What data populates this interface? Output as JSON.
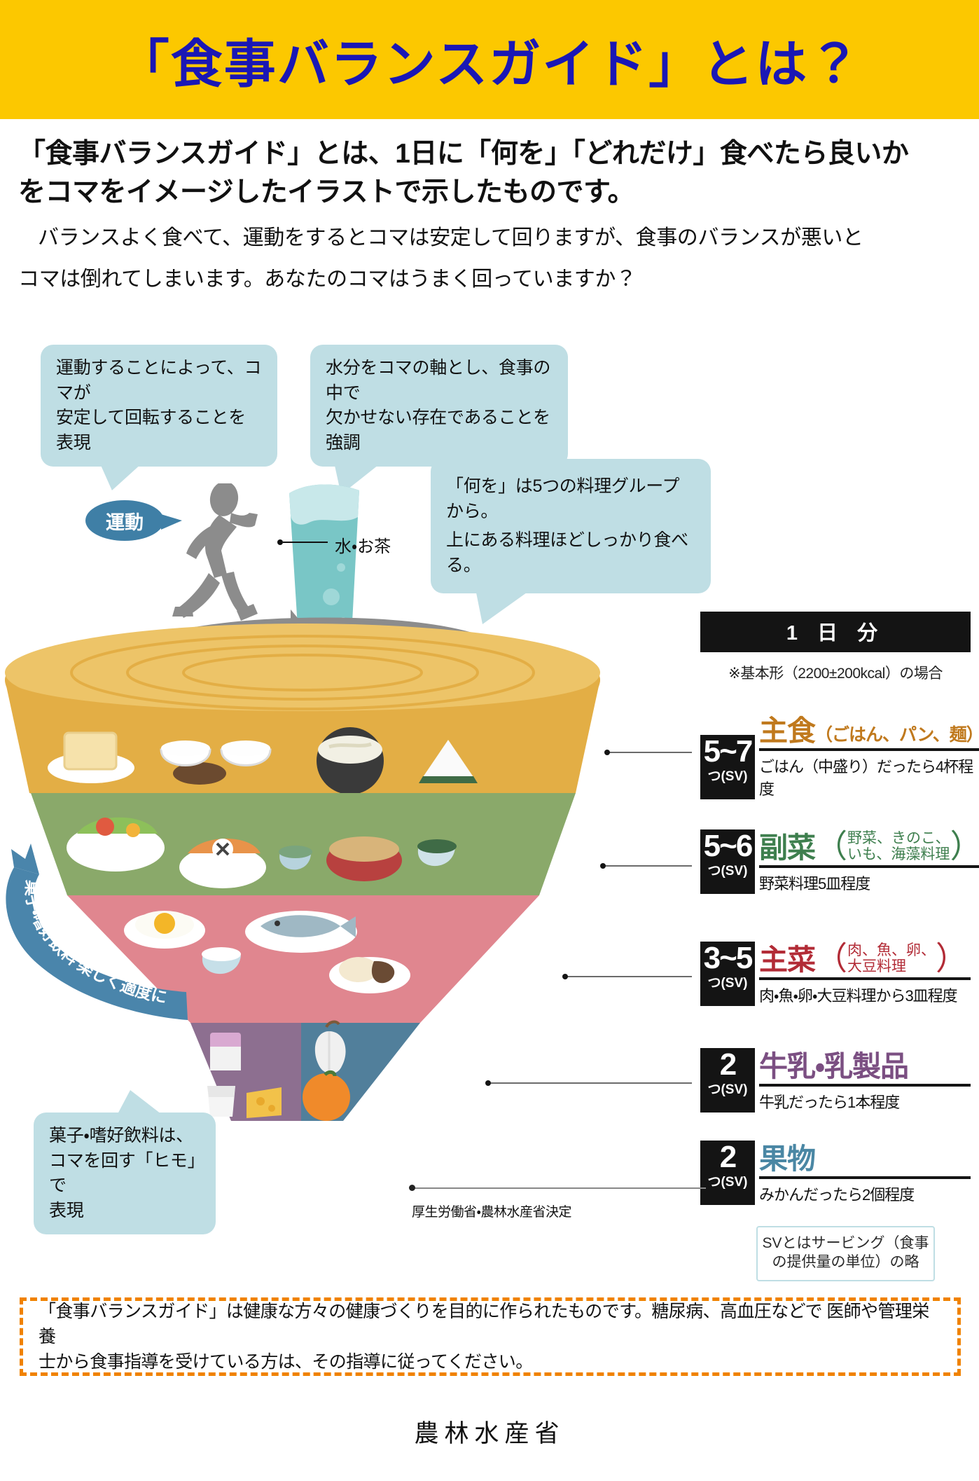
{
  "banner": {
    "title": "「食事バランスガイド」とは？",
    "bg_color": "#fcc800",
    "text_color": "#1a17b5"
  },
  "intro": {
    "lead_line1": "「食事バランスガイド」とは、1日に「何を」「どれだけ」食べたら良いか",
    "lead_line2": "をコマをイメージしたイラストで示したものです。",
    "body_line1": "バランスよく食べて、運動をするとコマは安定して回りますが、食事のバランスが悪いと",
    "body_line2": "コマは倒れてしまいます。あなたのコマはうまく回っていますか？"
  },
  "callouts": {
    "exercise": {
      "line1": "運動することによって、コマが",
      "line2": "安定して回転することを表現"
    },
    "water": {
      "line1": "水分をコマの軸とし、食事の中で",
      "line2": "欠かせない存在であることを強調"
    },
    "groups": {
      "line1": "「何を」は5つの料理グループから。",
      "line2": "上にある料理ほどしっかり食べる。"
    },
    "snack": {
      "line1": "菓子・嗜好飲料は、",
      "line2": "コマを回す「ヒモ」で",
      "line3": "表現"
    }
  },
  "illustration": {
    "exercise_bubble": "運動",
    "water_label": "水・お茶",
    "snack_ribbon": "菓子・嗜好飲料 楽しく適度に",
    "colors": {
      "grain": "#e0a93a",
      "grain_top": "#e8bb57",
      "vegetable": "#8aa96a",
      "meat": "#e08a96",
      "milk": "#8d6f90",
      "fruit": "#517f9b",
      "water": "#79c6c6",
      "ribbon": "#4a85ab",
      "runner": "#8c8c8c"
    }
  },
  "legend": {
    "header": "1 日 分",
    "subtitle": "※基本形（2200±200kcal）の場合",
    "rows": [
      {
        "sv_num": "5~7",
        "sv_unit": "つ(SV)",
        "title": "主食",
        "paren": "（ごはん、パン、麺）",
        "paren_a": "ごはん、パン、麺",
        "note": "ごはん（中盛り）だったら4杯程度",
        "color": "#c0791d"
      },
      {
        "sv_num": "5~6",
        "sv_unit": "つ(SV)",
        "title": "副菜",
        "paren_top": "野菜、きのこ、",
        "paren_bottom": "いも、海藻料理",
        "note": "野菜料理5皿程度",
        "color": "#3e7f4e"
      },
      {
        "sv_num": "3~5",
        "sv_unit": "つ(SV)",
        "title": "主菜",
        "paren_top": "肉、魚、卵、",
        "paren_bottom": "大豆料理",
        "note": "肉・魚・卵・大豆料理から3皿程度",
        "color": "#b22b36"
      },
      {
        "sv_num": "2",
        "sv_unit": "つ(SV)",
        "title": "牛乳・乳製品",
        "paren": "",
        "note": "牛乳だったら1本程度",
        "color": "#7b4f82"
      },
      {
        "sv_num": "2",
        "sv_unit": "つ(SV)",
        "title": "果物",
        "paren": "",
        "note": "みかんだったら2個程度",
        "color": "#4a87a4"
      }
    ]
  },
  "ministry_note": "厚生労働省・農林水産省決定",
  "sv_note": {
    "line1": "SVとはサービング（食事",
    "line2": "の提供量の単位）の略"
  },
  "disclaimer": {
    "line1": "「食事バランスガイド」は健康な方々の健康づくりを目的に作られたものです。糖尿病、高血圧などで 医師や管理栄養",
    "line2": "士から食事指導を受けている方は、その指導に従ってください。",
    "border_color": "#f08200"
  },
  "footer": "農林水産省"
}
